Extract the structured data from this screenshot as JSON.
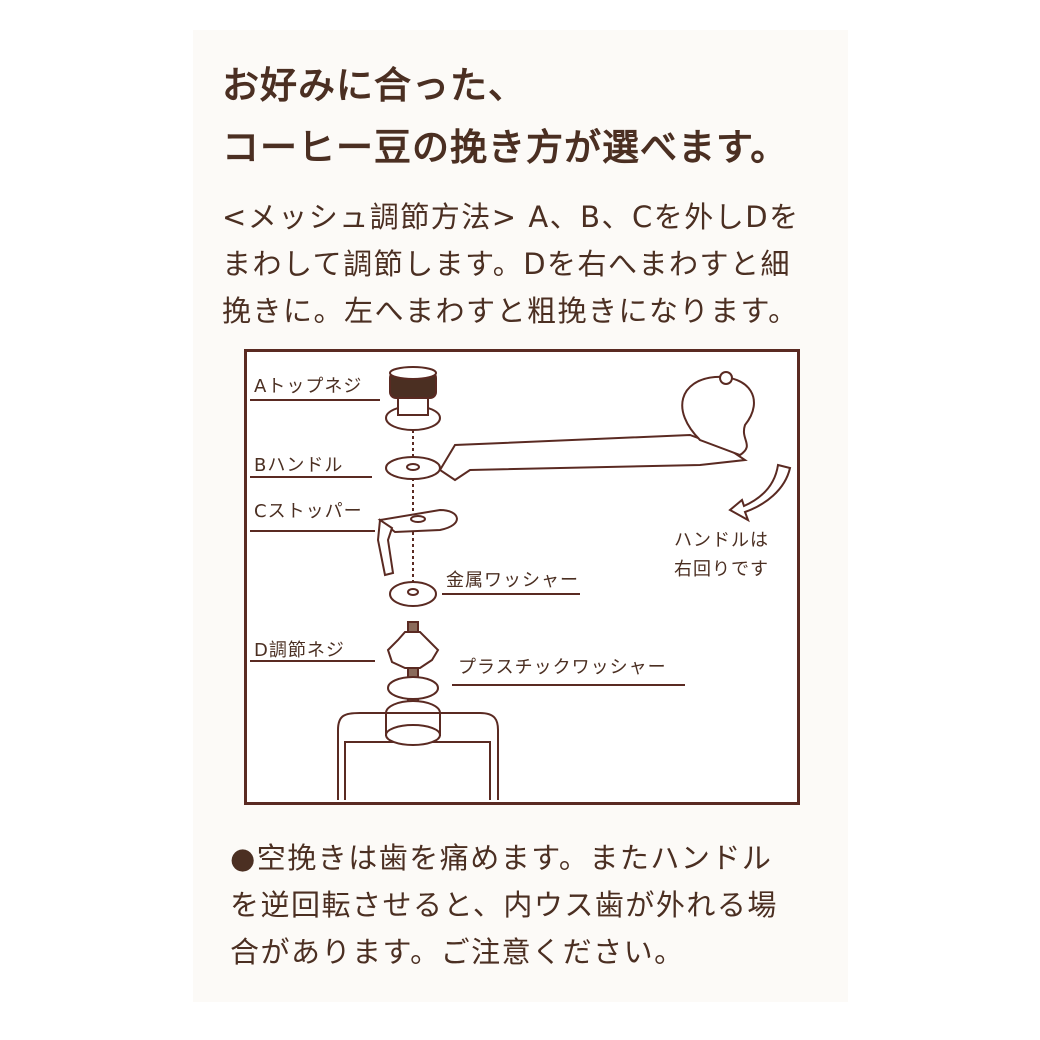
{
  "headline": {
    "line1": "お好みに合った、",
    "line2": "コーヒー豆の挽き方が選べます。"
  },
  "instructions": {
    "line1": "<メッシュ調節方法> A、B、Cを外しDを",
    "line2": "まわして調節します。Dを右へまわすと細",
    "line3": "挽きに。左へまわすと粗挽きになります。"
  },
  "diagram": {
    "labels": {
      "top_screw": "Aトップネジ",
      "handle": "Bハンドル",
      "stopper": "Cストッパー",
      "metal_washer": "金属ワッシャー",
      "adjust_screw": "D調節ネジ",
      "plastic_washer": "プラスチックワッシャー",
      "rotation_line1": "ハンドルは",
      "rotation_line2": "右回りです"
    }
  },
  "caution": {
    "line1": "●空挽きは歯を痛めます。またハンドル",
    "line2": "を逆回転させると、内ウス歯が外れる場",
    "line3": "合があります。ご注意ください。"
  },
  "colors": {
    "text": "#4b2f22",
    "frame": "#5a2a22",
    "panel": "#fcfaf7"
  }
}
